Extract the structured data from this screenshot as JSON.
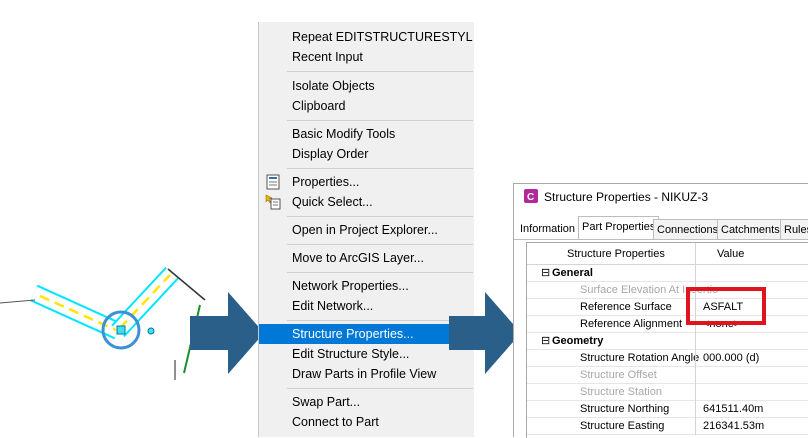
{
  "menu": {
    "items": [
      {
        "label": "Repeat EDITSTRUCTURESTYL"
      },
      {
        "label": "Recent Input"
      },
      {
        "label": "Isolate Objects"
      },
      {
        "label": "Clipboard"
      },
      {
        "label": "Basic Modify Tools"
      },
      {
        "label": "Display Order"
      },
      {
        "label": "Properties...",
        "icon": "properties-icon"
      },
      {
        "label": "Quick Select...",
        "icon": "quick-select-icon"
      },
      {
        "label": "Open in Project Explorer..."
      },
      {
        "label": "Move to ArcGIS Layer..."
      },
      {
        "label": "Network Properties..."
      },
      {
        "label": "Edit Network..."
      },
      {
        "label": "Structure Properties...",
        "highlighted": true
      },
      {
        "label": "Edit Structure Style..."
      },
      {
        "label": "Draw Parts in Profile View"
      },
      {
        "label": "Swap Part..."
      },
      {
        "label": "Connect to Part"
      }
    ]
  },
  "dialog": {
    "title": "Structure Properties - NIKUZ-3",
    "app_icon": "civil3d-c-icon",
    "tabs": [
      "Information",
      "Part Properties",
      "Connections",
      "Catchments",
      "Rules"
    ],
    "active_tab": "Part Properties",
    "columns": {
      "property": "Structure Properties",
      "value": "Value"
    },
    "groups": [
      {
        "name": "General",
        "expand_symbol": "⊟",
        "rows": [
          {
            "key": "Surface Elevation At Insertio",
            "value": "",
            "gray": true
          },
          {
            "key": "Reference Surface",
            "value": "ASFALT",
            "gray": false
          },
          {
            "key": "Reference Alignment",
            "value": "<none>",
            "gray": false
          }
        ]
      },
      {
        "name": "Geometry",
        "expand_symbol": "⊟",
        "rows": [
          {
            "key": "Structure Rotation Angle",
            "value": "000.000 (d)",
            "gray": false
          },
          {
            "key": "Structure Offset",
            "value": "",
            "gray": true
          },
          {
            "key": "Structure Station",
            "value": "",
            "gray": true
          },
          {
            "key": "Structure Northing",
            "value": "641511.40m",
            "gray": false
          },
          {
            "key": "Structure Easting",
            "value": "216341.53m",
            "gray": false
          }
        ]
      }
    ]
  },
  "colors": {
    "highlight": "#0078d7",
    "arrow": "#2a5f8a",
    "callout_box": "#e0141e",
    "pipe_cyan": "#00e5ff",
    "pipe_yellow": "#ffe600",
    "circle": "#3d8fd8"
  }
}
